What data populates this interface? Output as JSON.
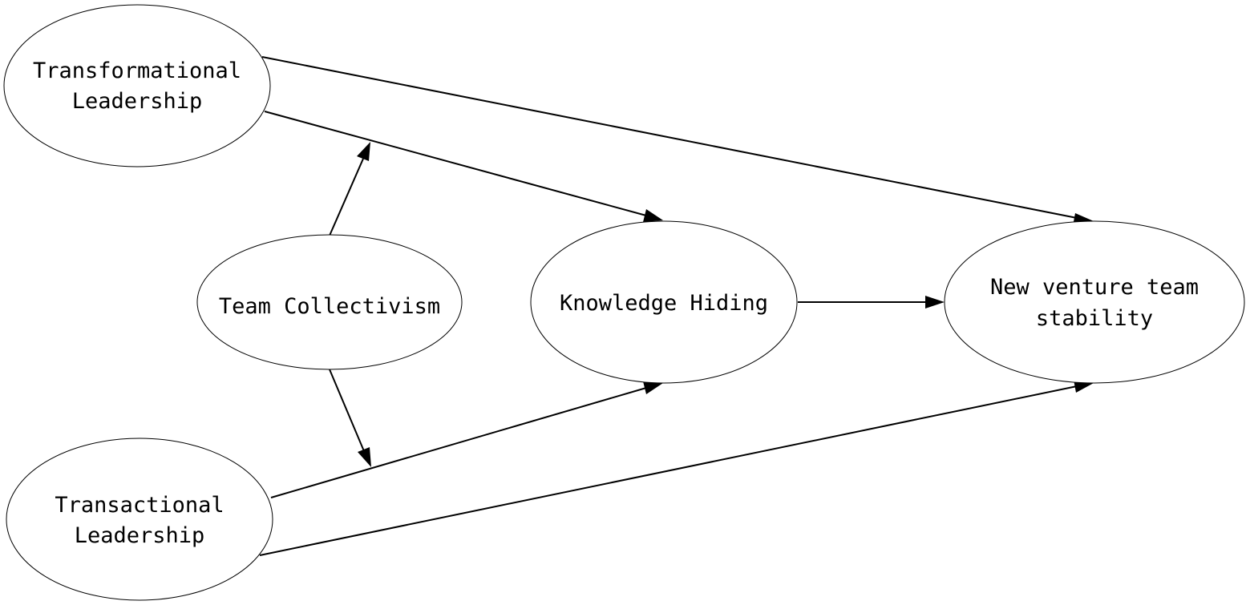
{
  "nodes": {
    "transformational": {
      "line1": "Transformational",
      "line2": "Leadership"
    },
    "transactional": {
      "line1": "Transactional",
      "line2": "Leadership"
    },
    "team_collectivism": {
      "label": "Team Collectivism"
    },
    "knowledge_hiding": {
      "label": "Knowledge Hiding"
    },
    "stability": {
      "line1": "New venture team",
      "line2": "stability"
    }
  },
  "edges": [
    {
      "from": "Transformational Leadership",
      "to": "New venture team stability"
    },
    {
      "from": "Transformational Leadership",
      "to": "Knowledge Hiding"
    },
    {
      "from": "Transactional Leadership",
      "to": "Knowledge Hiding"
    },
    {
      "from": "Transactional Leadership",
      "to": "New venture team stability"
    },
    {
      "from": "Knowledge Hiding",
      "to": "New venture team stability"
    },
    {
      "from": "Team Collectivism",
      "to": "Transformational Leadership → Knowledge Hiding"
    },
    {
      "from": "Team Collectivism",
      "to": "Transactional Leadership → Knowledge Hiding"
    }
  ],
  "colors": {
    "stroke": "#000000",
    "fill": "#ffffff"
  }
}
